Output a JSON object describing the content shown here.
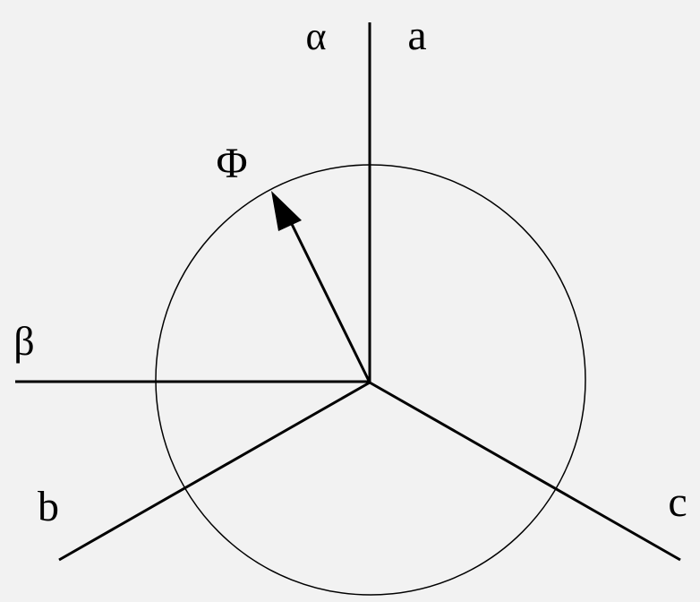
{
  "labels": {
    "alpha": "α",
    "a": "a",
    "phi": "Φ",
    "beta": "β",
    "b": "b",
    "c": "c"
  },
  "colors": {
    "background": "#f2f2f2",
    "stroke": "#000000"
  }
}
